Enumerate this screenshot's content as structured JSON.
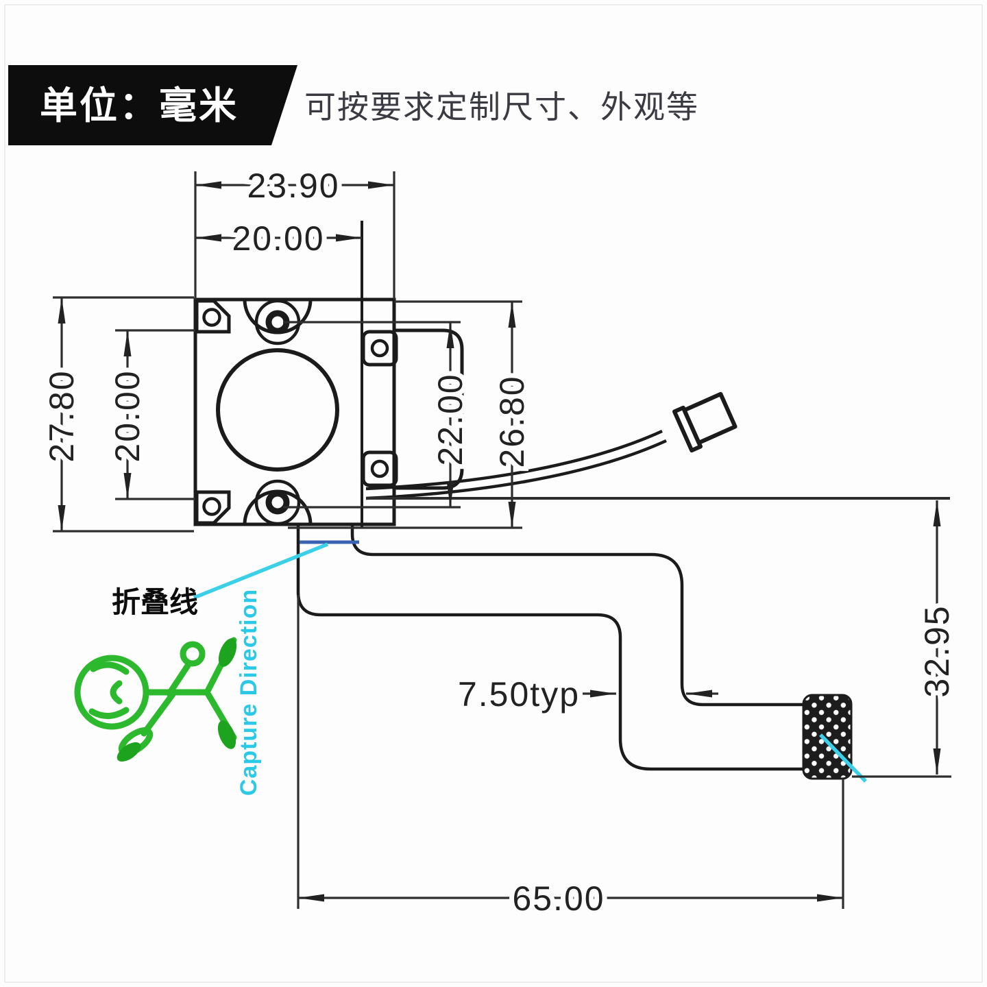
{
  "banner": {
    "unit_label": "单位：毫米",
    "subtitle": "可按要求定制尺寸、外观等",
    "bg_color": "#0d0d0d",
    "text_color": "#ffffff"
  },
  "dimensions": {
    "top_outer_width": "23.90",
    "top_inner_width": "20.00",
    "left_outer_height": "27.80",
    "left_inner_height": "20.00",
    "mid_inner_height": "22.00",
    "mid_outer_height": "26.80",
    "right_drop_height": "32.95",
    "ribbon_width": "7.50typ",
    "bottom_total_length": "65.00"
  },
  "annotations": {
    "fold_line_label": "折叠线",
    "capture_direction_label": "Capture Direction"
  },
  "colors": {
    "drawing_line": "#1b1b1b",
    "dimension_line": "#2e2e2e",
    "leader_cyan": "#3bd0e8",
    "fold_line_blue": "#3a62b2",
    "figure_green": "#2db92d",
    "figure_green_dark": "#1da31d",
    "connector_fill": "#1d1d1d"
  }
}
